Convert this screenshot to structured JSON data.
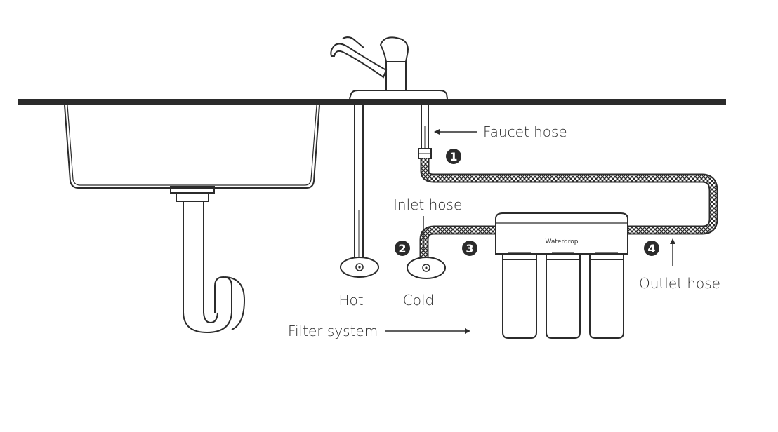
{
  "labels": {
    "faucet_hose": "Faucet hose",
    "inlet_hose": "Inlet hose",
    "outlet_hose": "Outlet hose",
    "hot": "Hot",
    "cold": "Cold",
    "filter_system": "Filter system",
    "brand": "Waterdrop"
  },
  "markers": [
    "1",
    "2",
    "3",
    "4"
  ],
  "colors": {
    "line": "#2b2b2b",
    "countertop": "#2b2b2b",
    "background": "#ffffff"
  }
}
